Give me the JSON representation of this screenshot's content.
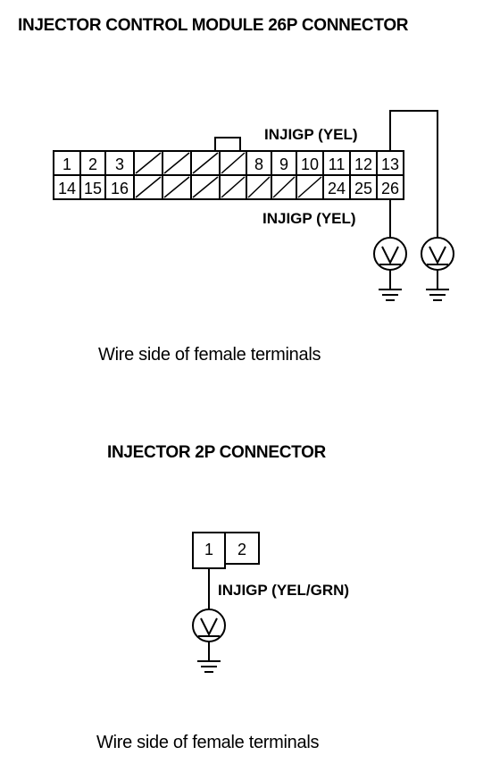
{
  "connector_26p": {
    "title": "INJECTOR CONTROL MODULE 26P CONNECTOR",
    "top_row": [
      "1",
      "2",
      "3",
      "",
      "",
      "",
      "",
      "8",
      "9",
      "10",
      "11",
      "12",
      "13"
    ],
    "bottom_row": [
      "14",
      "15",
      "16",
      "",
      "",
      "",
      "",
      "",
      "",
      "",
      "24",
      "25",
      "26"
    ],
    "wire_label_top": "INJIGP (YEL)",
    "wire_label_bottom": "INJIGP (YEL)",
    "caption": "Wire side of female terminals"
  },
  "connector_2p": {
    "title": "INJECTOR 2P CONNECTOR",
    "pins": [
      "1",
      "2"
    ],
    "wire_label": "INJIGP (YEL/GRN)",
    "caption": "Wire side of female terminals"
  },
  "meter_symbol": "V"
}
